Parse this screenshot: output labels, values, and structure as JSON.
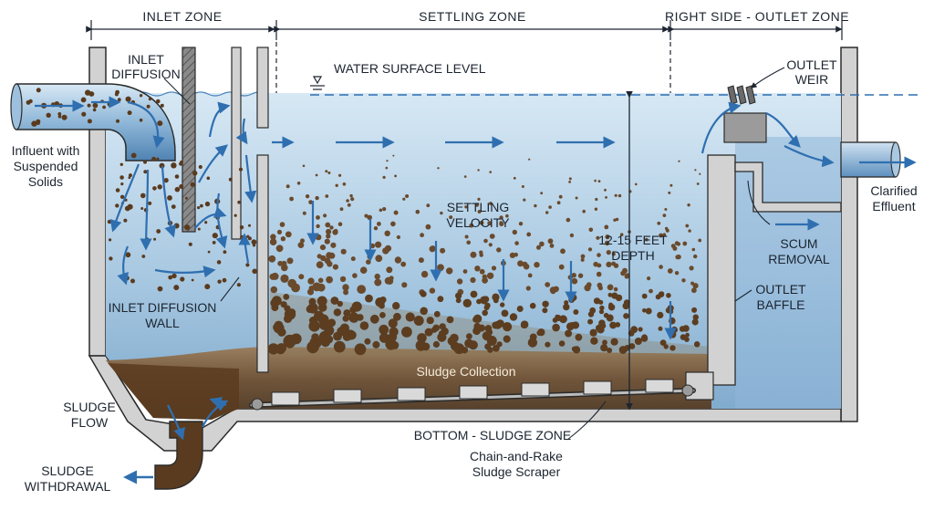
{
  "zones": {
    "inlet": "INLET ZONE",
    "settling": "SETTLING ZONE",
    "outlet": "RIGHT SIDE - OUTLET ZONE"
  },
  "labels": {
    "inlet_diffusion": [
      "INLET",
      "DIFFUSION"
    ],
    "influent": [
      "Influent with",
      "Suspended",
      "Solids"
    ],
    "water_surface": "WATER SURFACE LEVEL",
    "outlet_weir": [
      "OUTLET",
      "WEIR"
    ],
    "clarified": [
      "Clarified",
      "Effluent"
    ],
    "settling_velocity": [
      "SETTLING",
      "VELOCITY"
    ],
    "depth": [
      "12-15 FEET",
      "DEPTH"
    ],
    "scum_removal": [
      "SCUM",
      "REMOVAL"
    ],
    "outlet_baffle": [
      "OUTLET",
      "BAFFLE"
    ],
    "inlet_wall": [
      "INLET DIFFUSION",
      "WALL"
    ],
    "sludge_collection": "Sludge Collection",
    "sludge_flow": [
      "SLUDGE",
      "FLOW"
    ],
    "sludge_zone": "BOTTOM - SLUDGE ZONE",
    "scraper": [
      "Chain-and-Rake",
      "Sludge Scraper"
    ],
    "sludge_withdrawal": [
      "SLUDGE",
      "WITHDRAWAL"
    ]
  },
  "colors": {
    "water_top": "#cfe3f1",
    "water_bottom": "#6f9cc4",
    "sludge": "#6b4a2b",
    "concrete": "#d2d2d2",
    "arrow": "#2f6fb0",
    "outline": "#2b2b2b"
  }
}
